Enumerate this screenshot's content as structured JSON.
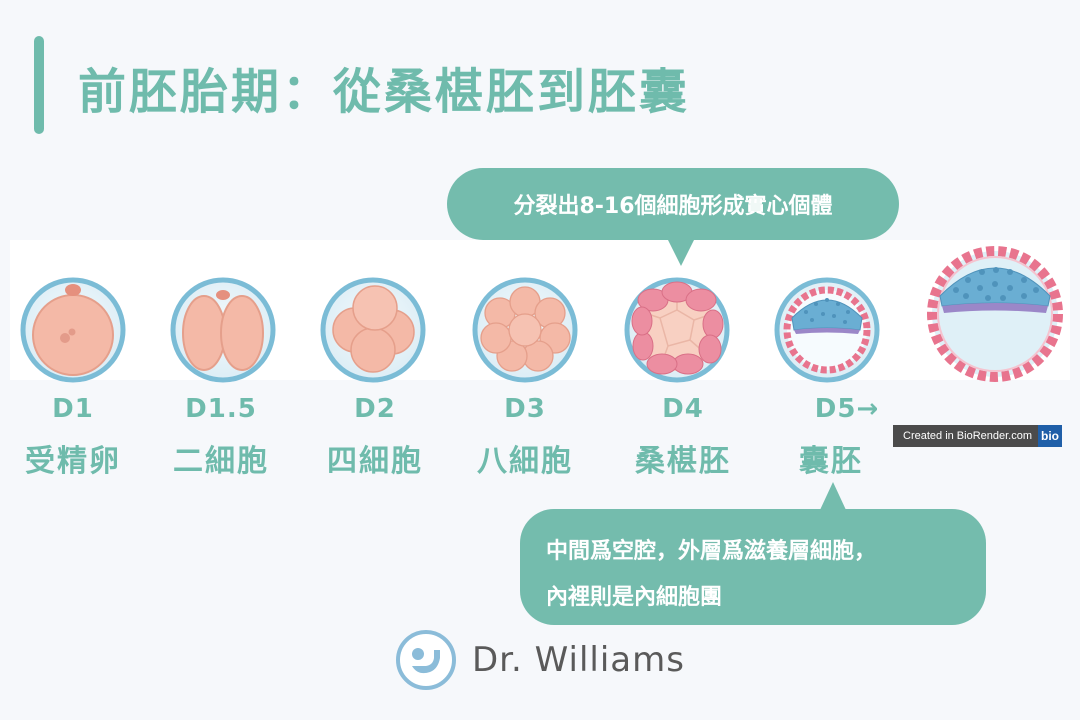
{
  "title": "前胚胎期：從桑椹胚到胚囊",
  "callout_top": "分裂出8-16個細胞形成實心個體",
  "callout_bottom": {
    "line1": "中間爲空腔，外層爲滋養層細胞，",
    "line2": "內裡則是內細胞團"
  },
  "stages": [
    {
      "day": "D1",
      "name": "受精卵"
    },
    {
      "day": "D1.5",
      "name": "二細胞"
    },
    {
      "day": "D2",
      "name": "四細胞"
    },
    {
      "day": "D3",
      "name": "八細胞"
    },
    {
      "day": "D4",
      "name": "桑椹胚"
    },
    {
      "day": "D5→",
      "name": "囊胚"
    }
  ],
  "credit": {
    "text": "Created in BioRender.com",
    "logo": "bio"
  },
  "brand": {
    "name": "Dr. Williams",
    "icon": "dr-williams-logo-icon"
  },
  "colors": {
    "accent": "#6fbbac",
    "bubble": "#74bcad",
    "zona_ring": "#7bbcd6",
    "cell_fill": "#f4b9a7",
    "cell_stroke": "#e59f8b",
    "trophoblast": "#e8748e",
    "icm": "#6aaed3",
    "hypoblast": "#9b87c8"
  }
}
